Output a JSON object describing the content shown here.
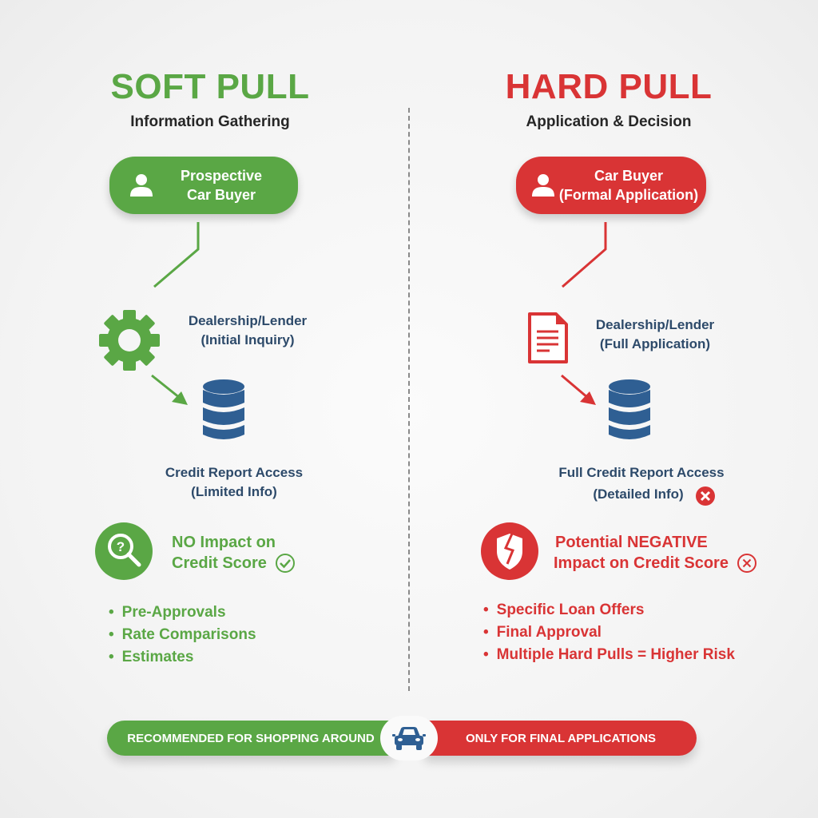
{
  "colors": {
    "green": "#5aa745",
    "red": "#d93435",
    "blue": "#2f5f93",
    "dark_text": "#262626",
    "navy_text": "#2d4a6a"
  },
  "soft": {
    "title": "SOFT PULL",
    "subtitle": "Information Gathering",
    "actor": {
      "icon": "person-icon",
      "line1": "Prospective",
      "line2": "Car Buyer"
    },
    "lender": {
      "icon": "gear-icon",
      "line1": "Dealership/Lender",
      "line2": "(Initial Inquiry)"
    },
    "report": {
      "icon": "database-icon",
      "line1": "Credit Report Access",
      "line2": "(Limited Info)"
    },
    "impact": {
      "icon": "magnifier-question-icon",
      "line1": "NO Impact on",
      "line2": "Credit Score",
      "status_icon": "check-circle-icon"
    },
    "bullets": [
      "Pre-Approvals",
      "Rate Comparisons",
      "Estimates"
    ]
  },
  "hard": {
    "title": "HARD PULL",
    "subtitle": "Application & Decision",
    "actor": {
      "icon": "person-icon",
      "line1": "Car Buyer",
      "line2": "(Formal Application)"
    },
    "lender": {
      "icon": "document-icon",
      "line1": "Dealership/Lender",
      "line2": "(Full Application)"
    },
    "report": {
      "icon": "database-icon",
      "line1": "Full Credit Report Access",
      "line2": "(Detailed Info)",
      "status_icon": "x-circle-filled-icon"
    },
    "impact": {
      "icon": "broken-shield-icon",
      "line1": "Potential NEGATIVE",
      "line2": "Impact on Credit Score",
      "status_icon": "x-circle-outline-icon"
    },
    "bullets": [
      "Specific Loan Offers",
      "Final Approval",
      "Multiple Hard Pulls = Higher Risk"
    ]
  },
  "footer": {
    "left_label": "RECOMMENDED FOR SHOPPING AROUND",
    "center_icon": "car-icon",
    "right_label": "ONLY FOR FINAL APPLICATIONS"
  }
}
